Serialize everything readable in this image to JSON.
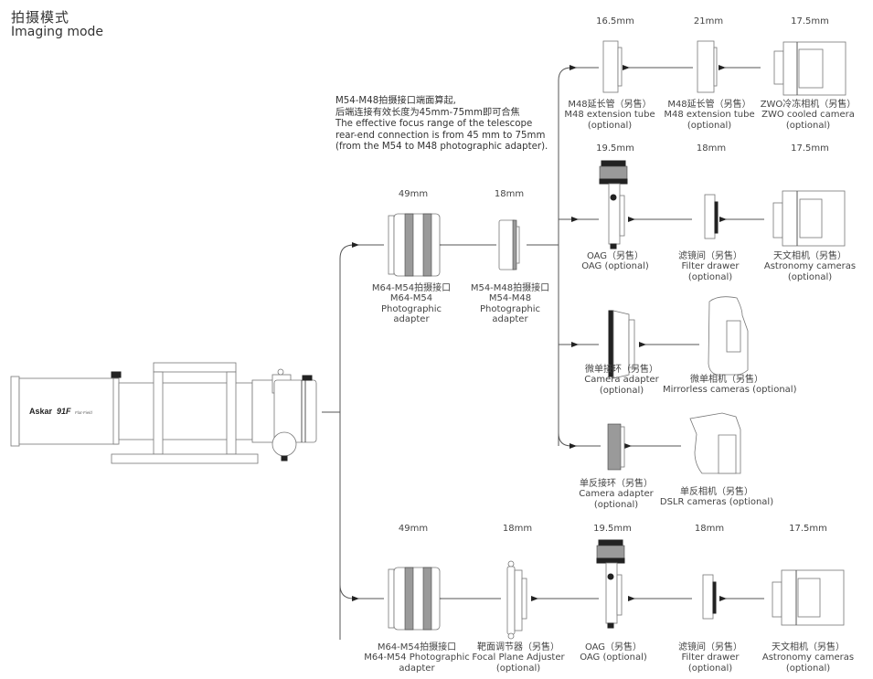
{
  "title": {
    "cn": "拍摄模式",
    "en": "Imaging mode"
  },
  "note": {
    "lines": [
      "M54-M48拍摄接口端面算起,",
      "后端连接有效长度为45mm-75mm即可合焦",
      "The effective focus range of the telescope",
      "rear-end connection is from 45 mm to 75mm",
      "(from the M54 to M48 photographic adapter)."
    ]
  },
  "telescope": {
    "brand": "Askar",
    "model": "91F",
    "tag": "Flat-Field"
  },
  "upper_chain": [
    {
      "id": "m64-m54-adapter",
      "dim": "49mm",
      "label": [
        "M64-M54拍摄接口",
        "M64-M54",
        "Photographic",
        "adapter"
      ]
    },
    {
      "id": "m54-m48-adapter",
      "dim": "18mm",
      "label": [
        "M54-M48拍摄接口",
        "M54-M48",
        "Photographic",
        "adapter"
      ]
    }
  ],
  "branches": [
    {
      "name": "zwo-chain",
      "items": [
        {
          "id": "m48-extension-tube-1",
          "dim": "16.5mm",
          "label": [
            "M48延长管（另售）",
            "M48 extension tube",
            "(optional)"
          ]
        },
        {
          "id": "m48-extension-tube-2",
          "dim": "21mm",
          "label": [
            "M48延长管（另售）",
            "M48 extension tube",
            "(optional)"
          ]
        },
        {
          "id": "zwo-cooled-camera",
          "dim": "17.5mm",
          "label": [
            "ZWO冷冻相机（另售）",
            "ZWO cooled camera",
            "(optional)"
          ]
        }
      ]
    },
    {
      "name": "oag-chain",
      "items": [
        {
          "id": "oag",
          "dim": "19.5mm",
          "label": [
            "OAG（另售）",
            "OAG (optional)"
          ]
        },
        {
          "id": "filter-drawer",
          "dim": "18mm",
          "label": [
            "滤镜间（另售）",
            "Filter drawer",
            "(optional)"
          ]
        },
        {
          "id": "astronomy-camera",
          "dim": "17.5mm",
          "label": [
            "天文相机（另售）",
            "Astronomy cameras",
            "(optional)"
          ]
        }
      ]
    },
    {
      "name": "mirrorless-chain",
      "items": [
        {
          "id": "mirrorless-camera-adapter",
          "label": [
            "微单接环（另售）",
            "Camera adapter",
            "(optional)"
          ]
        },
        {
          "id": "mirrorless-camera",
          "label": [
            "微单相机（另售）",
            "Mirrorless cameras (optional)"
          ]
        }
      ]
    },
    {
      "name": "dslr-chain",
      "items": [
        {
          "id": "dslr-camera-adapter",
          "label": [
            "单反接环（另售）",
            "Camera adapter",
            "(optional)"
          ]
        },
        {
          "id": "dslr-camera",
          "label": [
            "单反相机（另售）",
            "DSLR cameras  (optional)"
          ]
        }
      ]
    }
  ],
  "lower_chain": [
    {
      "id": "m64-m54-adapter-lower",
      "dim": "49mm",
      "label": [
        "M64-M54拍摄接口",
        "M64-M54 Photographic",
        "adapter"
      ]
    },
    {
      "id": "focal-plane-adjuster",
      "dim": "18mm",
      "label": [
        "靶面调节器（另售）",
        "Focal Plane Adjuster",
        "(optional)"
      ]
    },
    {
      "id": "oag-lower",
      "dim": "19.5mm",
      "label": [
        "OAG（另售）",
        "OAG (optional)"
      ]
    },
    {
      "id": "filter-drawer-lower",
      "dim": "18mm",
      "label": [
        "滤镜间（另售）",
        "Filter drawer",
        "(optional)"
      ]
    },
    {
      "id": "astronomy-camera-lower",
      "dim": "17.5mm",
      "label": [
        "天文相机（另售）",
        "Astronomy cameras",
        "(optional)"
      ]
    }
  ]
}
